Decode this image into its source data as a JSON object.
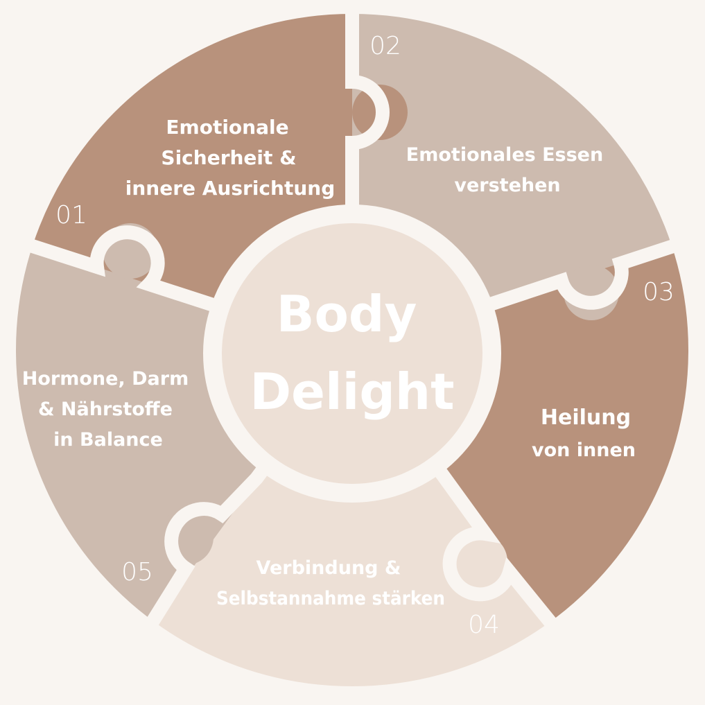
{
  "center": {
    "line1": "Body",
    "line2": "Delight"
  },
  "colors": {
    "background": "#f9f5f1",
    "separator": "#f9f5f1",
    "dark": "#b8927c",
    "medium": "#cdbbaf",
    "light": "#ede0d6",
    "center": "#ede0d6",
    "text": "#ffffff"
  },
  "segments": [
    {
      "number": "01",
      "lines": [
        "Emotionale",
        "Sicherheit &",
        "innere Ausrichtung"
      ]
    },
    {
      "number": "02",
      "lines": [
        "Emotionales Essen",
        "verstehen"
      ]
    },
    {
      "number": "03",
      "lines": [
        "Heilung",
        "von innen"
      ]
    },
    {
      "number": "04",
      "lines": [
        "Verbindung &",
        "Selbstannahme stärken"
      ]
    },
    {
      "number": "05",
      "lines": [
        "Hormone, Darm",
        "& Nährstoffe",
        "in Balance"
      ]
    }
  ]
}
